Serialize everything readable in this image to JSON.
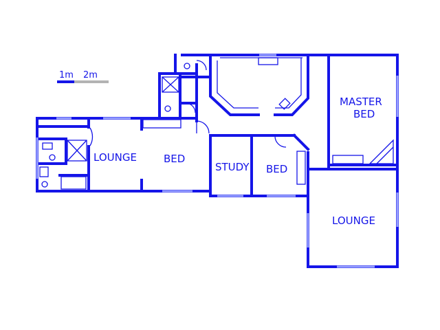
{
  "scale_bar": {
    "label_1": "1m",
    "label_2": "2m"
  },
  "rooms": {
    "lounge_left": "LOUNGE",
    "bed_left": "BED",
    "study": "STUDY",
    "bed_mid": "BED",
    "master_bed_line1": "MASTER",
    "master_bed_line2": "BED",
    "lounge_right": "LOUNGE"
  },
  "colors": {
    "wall": "#1515e8",
    "window": "#9aa3ff",
    "scale_grey": "#b3b3b3",
    "background": "#ffffff"
  }
}
